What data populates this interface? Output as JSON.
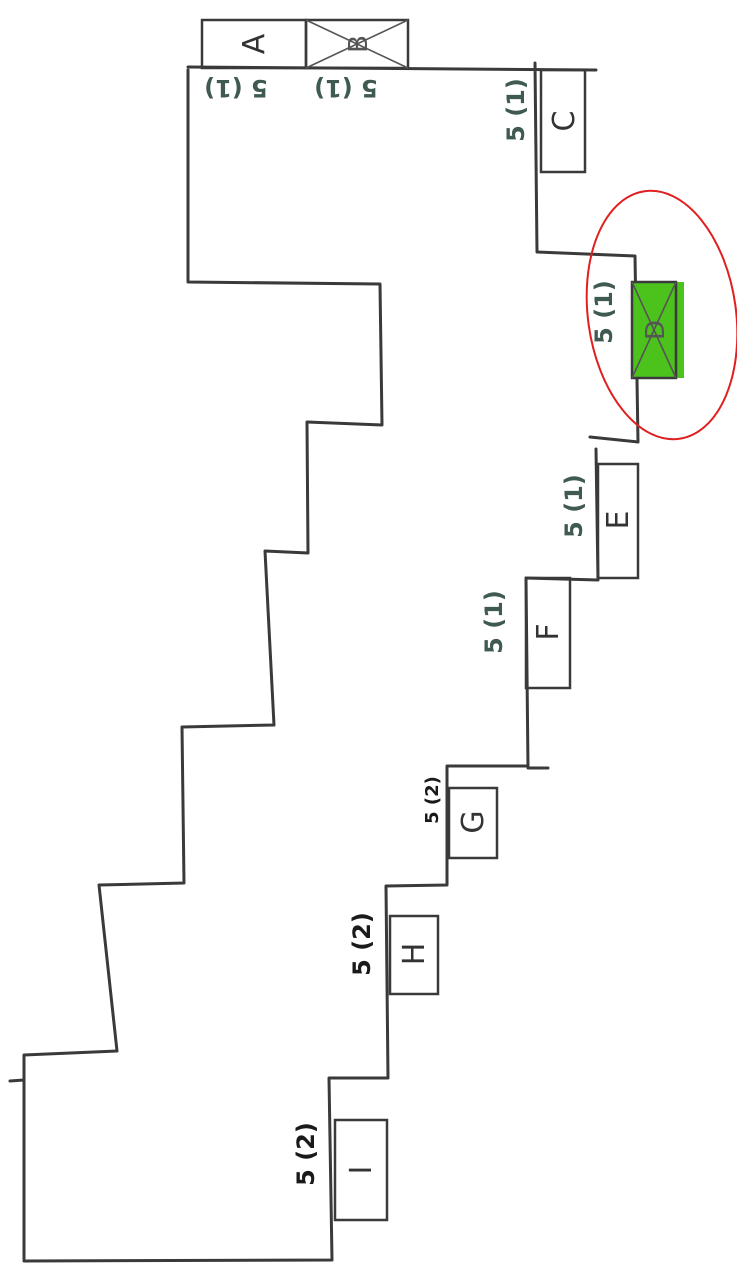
{
  "colors": {
    "ink": "#3a3a3a",
    "note_green": "#3f5a50",
    "note_black": "#1a1a1a",
    "highlight_fill": "#4cc21c",
    "highlight_ring": "#e02020"
  },
  "boxes": {
    "a": {
      "letter": "A",
      "note": "5 (1)"
    },
    "b": {
      "letter": "B",
      "note": "5 (1)"
    },
    "c": {
      "letter": "C",
      "note": "5 (1)"
    },
    "d": {
      "letter": "D",
      "note": "5 (1)"
    },
    "e": {
      "letter": "E",
      "note": "5 (1)"
    },
    "f": {
      "letter": "F",
      "note": "5 (1)"
    },
    "g": {
      "letter": "G",
      "note": "5 (2)"
    },
    "h": {
      "letter": "H",
      "note": "5 (2)"
    },
    "i": {
      "letter": "I",
      "note": "5 (2)"
    }
  }
}
